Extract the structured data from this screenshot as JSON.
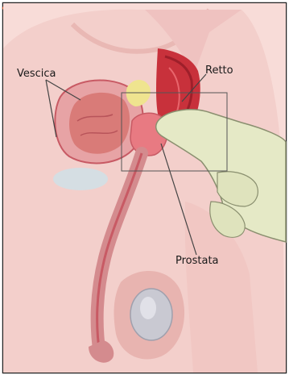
{
  "labels": {
    "bladder": "Vescica",
    "rectum": "Retto",
    "prostate": "Prostata"
  },
  "colors": {
    "skin": "#f6d6d3",
    "skin_shadow": "#e8b4b0",
    "tissue": "#e7a3a5",
    "tissue_dark": "#c85a64",
    "bladder_inner": "#d97b78",
    "rectum_red": "#c8313b",
    "glove": "#e5e9c6",
    "glove_outline": "#8a8f6f",
    "bone_yellow": "#efe48f",
    "frame_accent": "#e05a2a",
    "testis": "#c9c9d2"
  }
}
